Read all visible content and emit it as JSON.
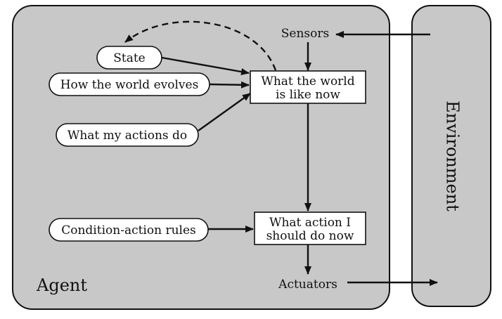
{
  "agent": {
    "label": "Agent"
  },
  "environment": {
    "label": "Environment"
  },
  "io": {
    "sensors": "Sensors",
    "actuators": "Actuators"
  },
  "knowledge": {
    "state": "State",
    "world_evolves": "How the world evolves",
    "actions_do": "What my actions do",
    "rules": "Condition-action rules"
  },
  "processes": {
    "world_now_line1": "What the world",
    "world_now_line2": "is like now",
    "action_now_line1": "What action I",
    "action_now_line2": "should do now"
  },
  "colors": {
    "panel_fill": "#c8c8c8",
    "stroke": "#111111",
    "box_fill": "#ffffff"
  }
}
